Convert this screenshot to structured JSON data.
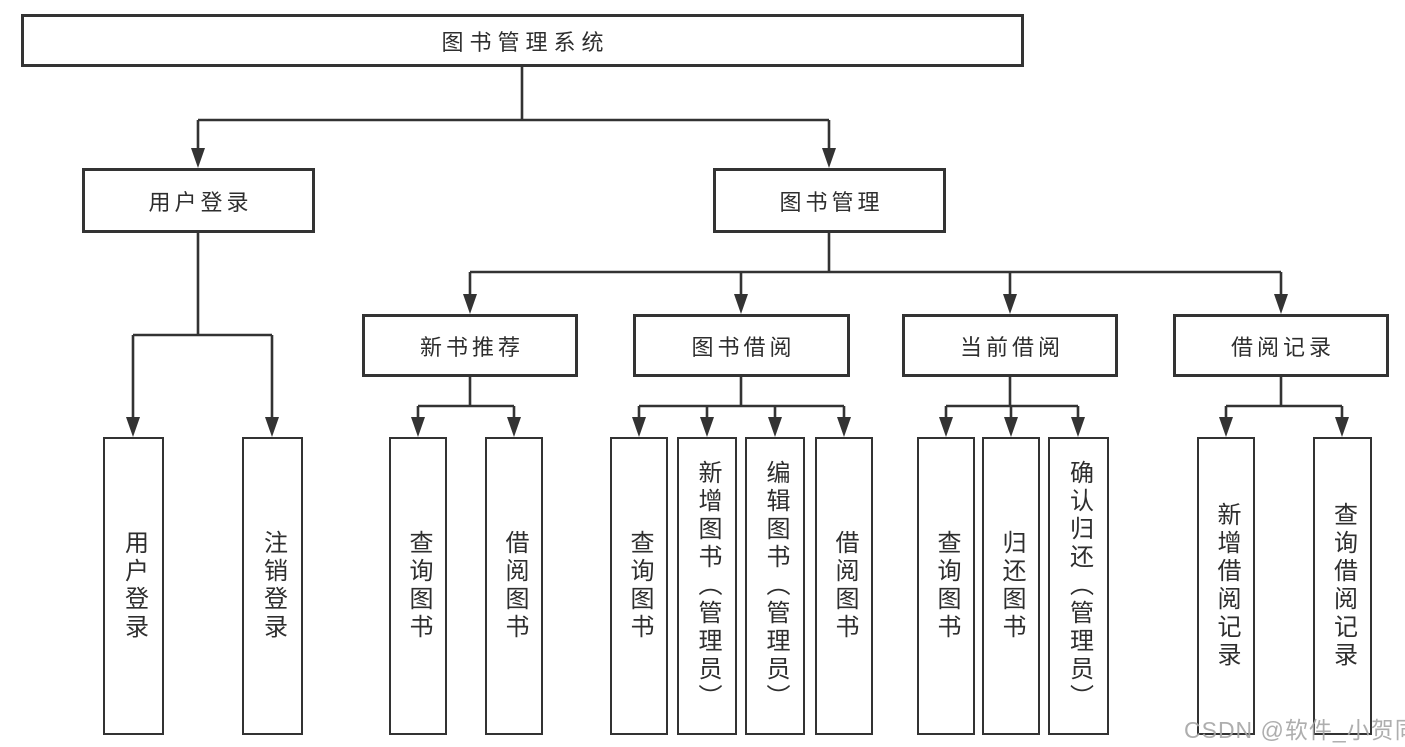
{
  "tree": {
    "root": "图书管理系统",
    "level2": {
      "user_login": "用户登录",
      "book_management": "图书管理"
    },
    "level3": {
      "new_book": "新书推荐",
      "book_borrow": "图书借阅",
      "current_borrow": "当前借阅",
      "borrow_record": "借阅记录"
    },
    "leaves": {
      "user_login_1": "用户登录",
      "user_login_2": "注销登录",
      "new_book_1": "查询图书",
      "new_book_2": "借阅图书",
      "book_borrow_1": "查询图书",
      "book_borrow_2": "新增图书（管理员）",
      "book_borrow_3": "编辑图书（管理员）",
      "book_borrow_4": "借阅图书",
      "current_borrow_1": "查询图书",
      "current_borrow_2": "归还图书",
      "current_borrow_3": "确认归还（管理员）",
      "borrow_record_1": "新增借阅记录",
      "borrow_record_2": "查询借阅记录"
    }
  },
  "colors": {
    "line": "#333333",
    "box_border": "#333333",
    "background": "#ffffff",
    "watermark": "#a5a5a5"
  },
  "watermark": "CSDN @软件_小贺同学"
}
